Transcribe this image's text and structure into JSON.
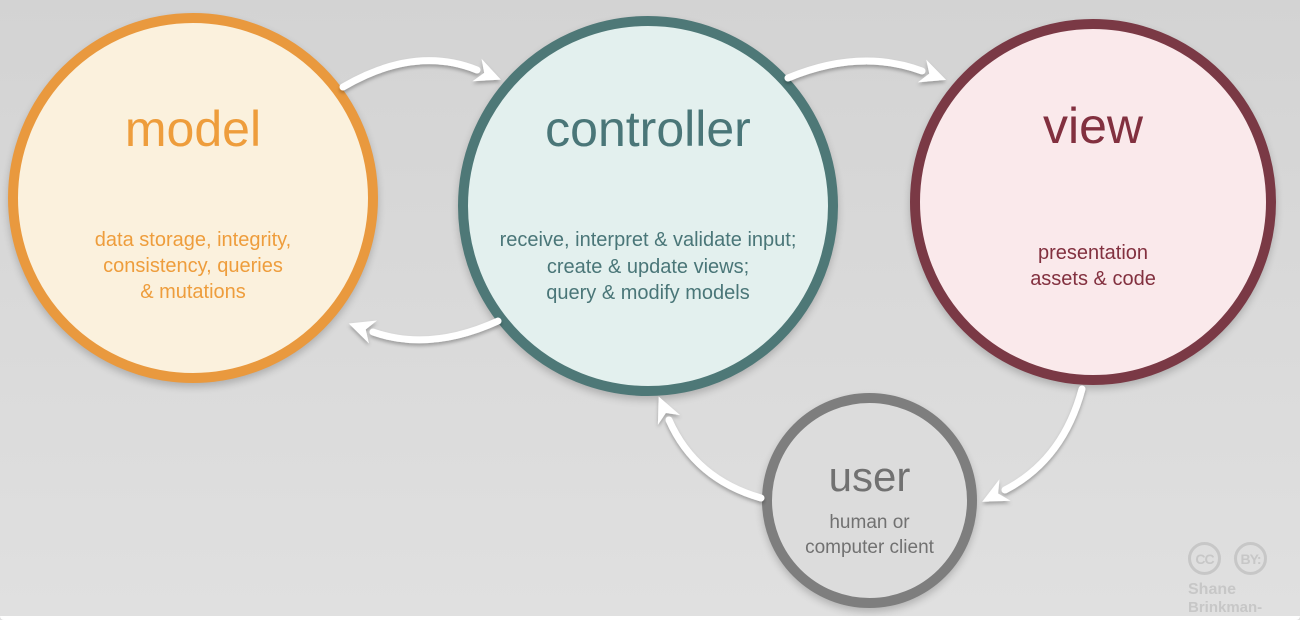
{
  "canvas": {
    "background_top": "#d3d3d3",
    "background_bottom": "#e0e0e0",
    "footer_strip_color": "#ffffff"
  },
  "nodes": {
    "model": {
      "title": "model",
      "description": [
        "data storage, integrity,",
        "consistency, queries",
        "& mutations"
      ],
      "border_color": "#e9993e",
      "fill_color": "#fbf1dd",
      "text_color": "#ee9d3c"
    },
    "controller": {
      "title": "controller",
      "description": [
        "receive, interpret & validate input;",
        "create & update views;",
        "query & modify models"
      ],
      "border_color": "#4e7877",
      "fill_color": "#e3f0ee",
      "text_color": "#4a7678"
    },
    "view": {
      "title": "view",
      "description": [
        "presentation",
        "assets & code"
      ],
      "border_color": "#7a3945",
      "fill_color": "#fae9eb",
      "text_color": "#82303f"
    },
    "user": {
      "title": "user",
      "description": [
        "human or",
        "computer client"
      ],
      "border_color": "#7e7e7e",
      "fill_color": "#dcdcdc",
      "text_color": "#717171"
    }
  },
  "arrows": {
    "color": "#ffffff",
    "items": [
      {
        "name": "model-to-controller"
      },
      {
        "name": "controller-to-view"
      },
      {
        "name": "controller-to-model"
      },
      {
        "name": "view-to-user"
      },
      {
        "name": "user-to-controller"
      }
    ]
  },
  "attribution": {
    "cc_label": "CC",
    "by_label": "BY:",
    "author_line1": "Shane",
    "author_line2": "Brinkman-Davis",
    "color": "#c7c7c7"
  }
}
